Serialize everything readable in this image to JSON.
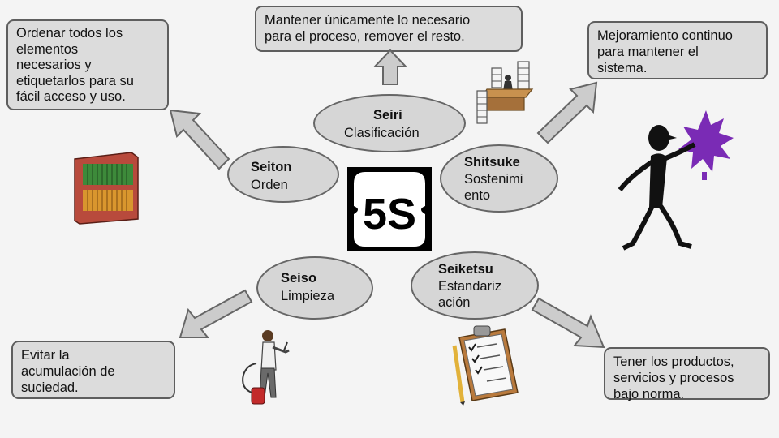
{
  "center": {
    "label": "5S"
  },
  "steps": [
    {
      "name": "Seiri",
      "subtitle": "Clasificación",
      "description": "Mantener únicamente lo necesario\npara el proceso, remover el resto."
    },
    {
      "name": "Seiton",
      "subtitle": "Orden",
      "description": "Ordenar todos los\nelementos\nnecesarios y\netiquetarlos para su\nfácil acceso y uso."
    },
    {
      "name": "Shitsuke",
      "subtitle": "Sostenimi\nento",
      "description": "Mejoramiento continuo\npara mantener el\nsistema."
    },
    {
      "name": "Seiso",
      "subtitle": "Limpieza",
      "description": "Evitar la\nacumulación de\nsuciedad."
    },
    {
      "name": "Seiketsu",
      "subtitle": "Estandariz\nación",
      "description": "Tener los productos,\nservicios y procesos\nbajo norma."
    }
  ],
  "icons": {
    "seiri": "office-desk-icon",
    "seiton": "bookshelf-icon",
    "shitsuke": "award-figure-icon",
    "seiso": "vacuum-cleaner-icon",
    "seiketsu": "clipboard-checklist-icon"
  },
  "colors": {
    "box_fill": "#dcdcdc",
    "oval_fill": "#d6d6d6",
    "border": "#5e5e5e",
    "arrow": "#cccccc"
  }
}
